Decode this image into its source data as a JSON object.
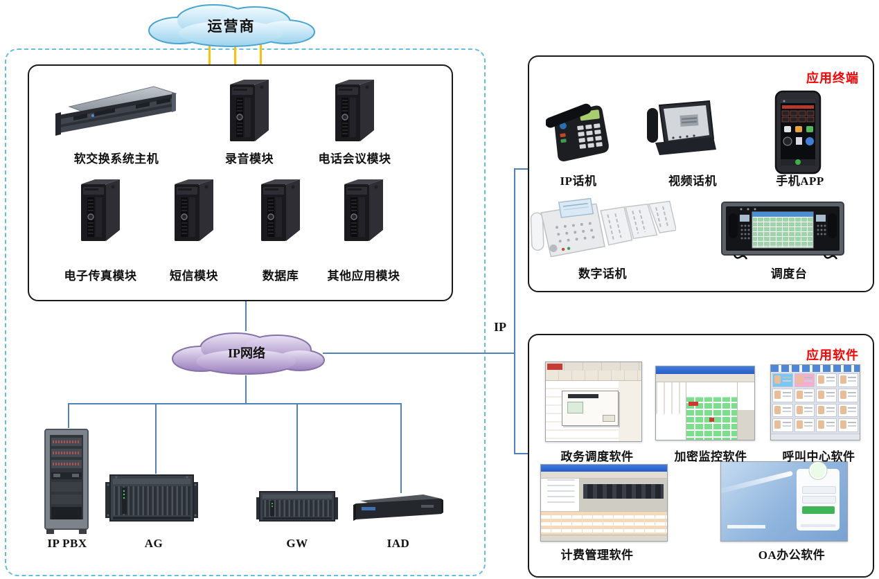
{
  "clouds": {
    "carrier_label": "运营商",
    "ip_network_label": "IP网络"
  },
  "links": {
    "ip_label": "IP"
  },
  "server_box": {
    "items": [
      {
        "label": "软交换系统主机"
      },
      {
        "label": "录音模块"
      },
      {
        "label": "电话会议模块"
      },
      {
        "label": "电子传真模块"
      },
      {
        "label": "短信模块"
      },
      {
        "label": "数据库"
      },
      {
        "label": "其他应用模块"
      }
    ]
  },
  "access_devices": {
    "items": [
      {
        "label": "IP PBX"
      },
      {
        "label": "AG"
      },
      {
        "label": "GW"
      },
      {
        "label": "IAD"
      }
    ]
  },
  "terminal_box": {
    "title": "应用终端",
    "items": [
      {
        "label": "IP话机"
      },
      {
        "label": "视频话机"
      },
      {
        "label": "手机APP"
      },
      {
        "label": "数字话机"
      },
      {
        "label": "调度台"
      }
    ]
  },
  "software_box": {
    "title": "应用软件",
    "items": [
      {
        "label": "政务调度软件"
      },
      {
        "label": "加密监控软件"
      },
      {
        "label": "呼叫中心软件"
      },
      {
        "label": "计费管理软件"
      },
      {
        "label": "OA办公软件"
      }
    ]
  },
  "colors": {
    "line_blue": "#4f81bd",
    "carrier_line_orange": "#ffc000",
    "dashed_border": "#62bfe4",
    "section_title_red": "#fe0000",
    "box_border": "#1a1a1a"
  }
}
